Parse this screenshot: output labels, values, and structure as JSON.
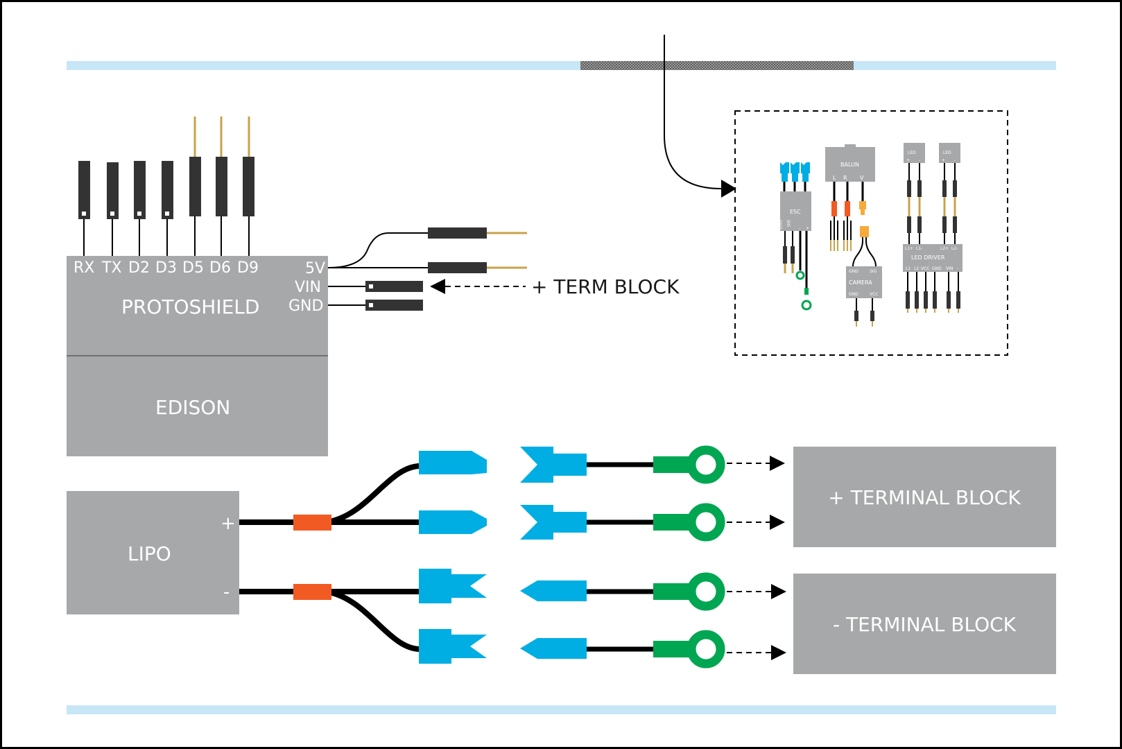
{
  "colors": {
    "board_gray": "#a7a8aa",
    "wire_black": "#000000",
    "connector_blue": "#00aee3",
    "ring_green": "#00a651",
    "heatshrink_orange": "#f15a22",
    "pin_gold": "#c9a24a",
    "rail_blue": "#c7e6f6"
  },
  "protoshield": {
    "title": "PROTOSHIELD",
    "pins": [
      "RX",
      "TX",
      "D2",
      "D3",
      "D5",
      "D6",
      "D9"
    ],
    "power_pins": [
      "5V",
      "VIN",
      "GND"
    ]
  },
  "edison": {
    "title": "EDISON"
  },
  "term_block_note": "+ TERM BLOCK",
  "lipo": {
    "title": "LIPO",
    "plus": "+",
    "minus": "-"
  },
  "terminal_blocks": {
    "plus": "+ TERMINAL BLOCK",
    "minus": "- TERMINAL BLOCK"
  },
  "inset": {
    "esc": {
      "title": "ESC",
      "pins": [
        "GND",
        "SIG",
        "-",
        "+"
      ]
    },
    "balun": {
      "title": "BALUN",
      "pins": [
        "L",
        "R",
        "V"
      ]
    },
    "camera": {
      "title": "CAMERA",
      "top_pins": [
        "GND",
        "SIG"
      ],
      "bottom_pins": [
        "GND",
        "VCC"
      ]
    },
    "leds": [
      "LED",
      "LED"
    ],
    "led_pins": [
      "+",
      "-"
    ],
    "led_driver": {
      "title": "LED DRIVER",
      "top_pins": [
        "L1+",
        "L1-",
        "L2+",
        "L2-"
      ],
      "bottom_pins": [
        "L1",
        "L2",
        "VCC",
        "GND",
        "VIN",
        "-"
      ]
    }
  }
}
